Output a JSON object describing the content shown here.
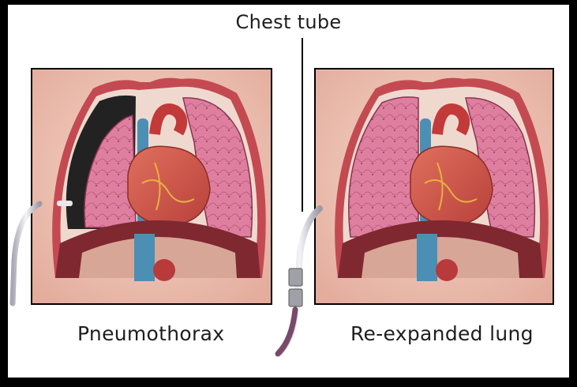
{
  "labels": {
    "chest_tube": "Chest tube",
    "pneumothorax": "Pneumothorax",
    "re_expanded": "Re-expanded lung"
  },
  "colors": {
    "background": "#ffffff",
    "border": "#000000",
    "skin": "#ecc0b2",
    "ribs": "#c44a52",
    "lung": "#df7fa0",
    "heart": "#c84438",
    "vessel_blue": "#4c8fb4",
    "air_space": "#222222",
    "tube": "#dcdce4"
  }
}
